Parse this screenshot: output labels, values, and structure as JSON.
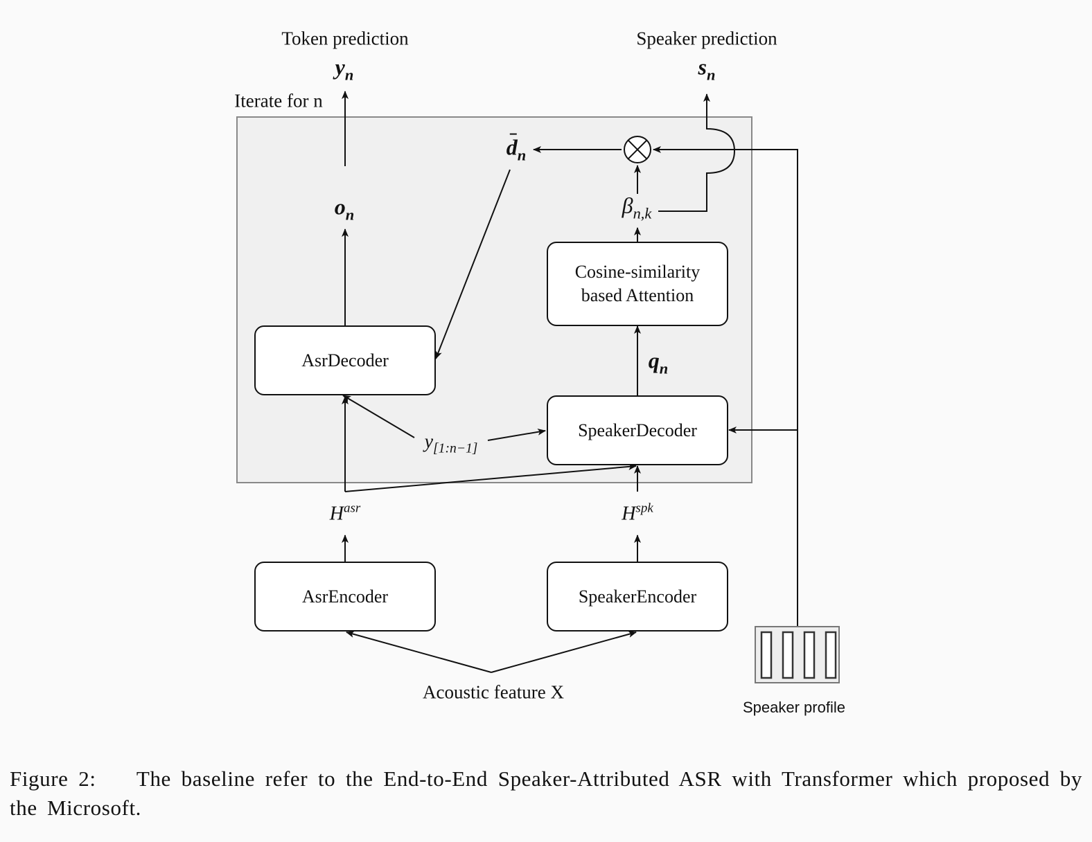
{
  "diagram": {
    "labels": {
      "token_prediction": "Token prediction",
      "speaker_prediction": "Speaker prediction",
      "iterate": "Iterate for n",
      "acoustic_feature": "Acoustic feature X",
      "speaker_profile": "Speaker profile"
    },
    "symbols": {
      "y_n": {
        "base": "y",
        "sub": "n"
      },
      "s_n": {
        "base": "s",
        "sub": "n"
      },
      "o_n": {
        "base": "o",
        "sub": "n"
      },
      "d_bar_n": {
        "base": "d",
        "sub": "n"
      },
      "beta_nk": {
        "base": "β",
        "sub": "n,k"
      },
      "q_n": {
        "base": "q",
        "sub": "n"
      },
      "y_prev": {
        "base": "y",
        "sub": "[1:n−1]"
      },
      "H_asr": {
        "base": "H",
        "sup": "asr"
      },
      "H_spk": {
        "base": "H",
        "sup": "spk"
      }
    },
    "boxes": {
      "asr_decoder": "AsrDecoder",
      "attention": [
        "Cosine-similarity",
        "based Attention"
      ],
      "speaker_decoder": "SpeakerDecoder",
      "asr_encoder": "AsrEncoder",
      "speaker_encoder": "SpeakerEncoder"
    },
    "colors": {
      "frame_fill": "#f0f0f0",
      "frame_border": "#888888",
      "line": "#111111"
    }
  },
  "caption": {
    "prefix": "Figure 2:",
    "text": "The baseline refer to the End-to-End Speaker-Attributed ASR with Transformer which proposed by the Microsoft."
  }
}
